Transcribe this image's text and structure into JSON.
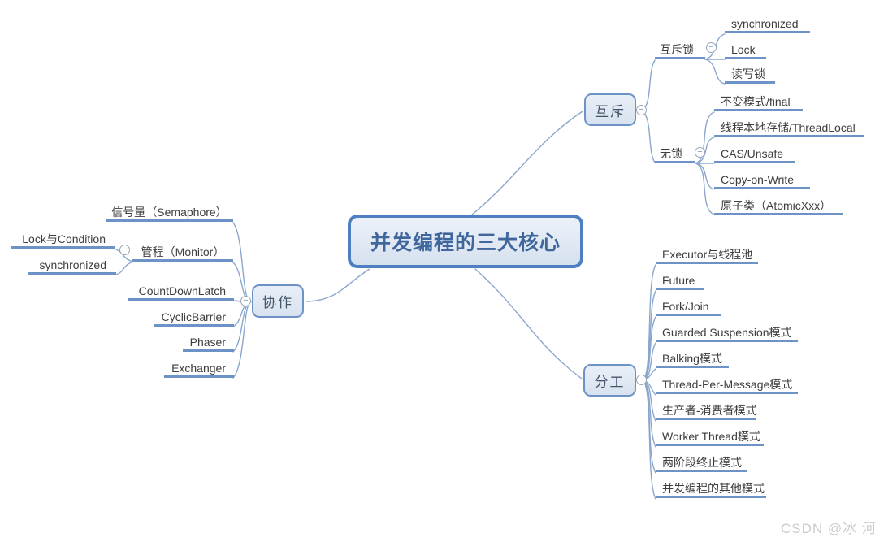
{
  "root": {
    "label": "并发编程的三大核心"
  },
  "branches": [
    {
      "label": "互斥",
      "children": [
        {
          "label": "互斥锁",
          "children": [
            {
              "label": "synchronized"
            },
            {
              "label": "Lock"
            },
            {
              "label": "读写锁"
            }
          ]
        },
        {
          "label": "无锁",
          "children": [
            {
              "label": "不变模式/final"
            },
            {
              "label": "线程本地存储/ThreadLocal"
            },
            {
              "label": "CAS/Unsafe"
            },
            {
              "label": "Copy-on-Write"
            },
            {
              "label": "原子类（AtomicXxx）"
            }
          ]
        }
      ]
    },
    {
      "label": "协作",
      "children": [
        {
          "label": "信号量（Semaphore）"
        },
        {
          "label": "管程（Monitor）",
          "children": [
            {
              "label": "Lock与Condition"
            },
            {
              "label": "synchronized"
            }
          ]
        },
        {
          "label": "CountDownLatch"
        },
        {
          "label": "CyclicBarrier"
        },
        {
          "label": "Phaser"
        },
        {
          "label": "Exchanger"
        }
      ]
    },
    {
      "label": "分工",
      "children": [
        {
          "label": "Executor与线程池"
        },
        {
          "label": "Future"
        },
        {
          "label": "Fork/Join"
        },
        {
          "label": "Guarded Suspension模式"
        },
        {
          "label": "Balking模式"
        },
        {
          "label": "Thread-Per-Message模式"
        },
        {
          "label": "生产者-消费者模式"
        },
        {
          "label": "Worker Thread模式"
        },
        {
          "label": "两阶段终止模式"
        },
        {
          "label": "并发编程的其他模式"
        }
      ]
    }
  ],
  "icons": {
    "collapse": "−"
  },
  "colors": {
    "branch_line": "#8ba6cd",
    "underline": "#6d93c6",
    "box_border": "#6d93c6",
    "box_fill": "#dfe7f2",
    "root_border": "#4d7fc1",
    "root_text": "#40679c",
    "topic_text": "#3d3d3d"
  },
  "watermark": "CSDN @冰 河"
}
